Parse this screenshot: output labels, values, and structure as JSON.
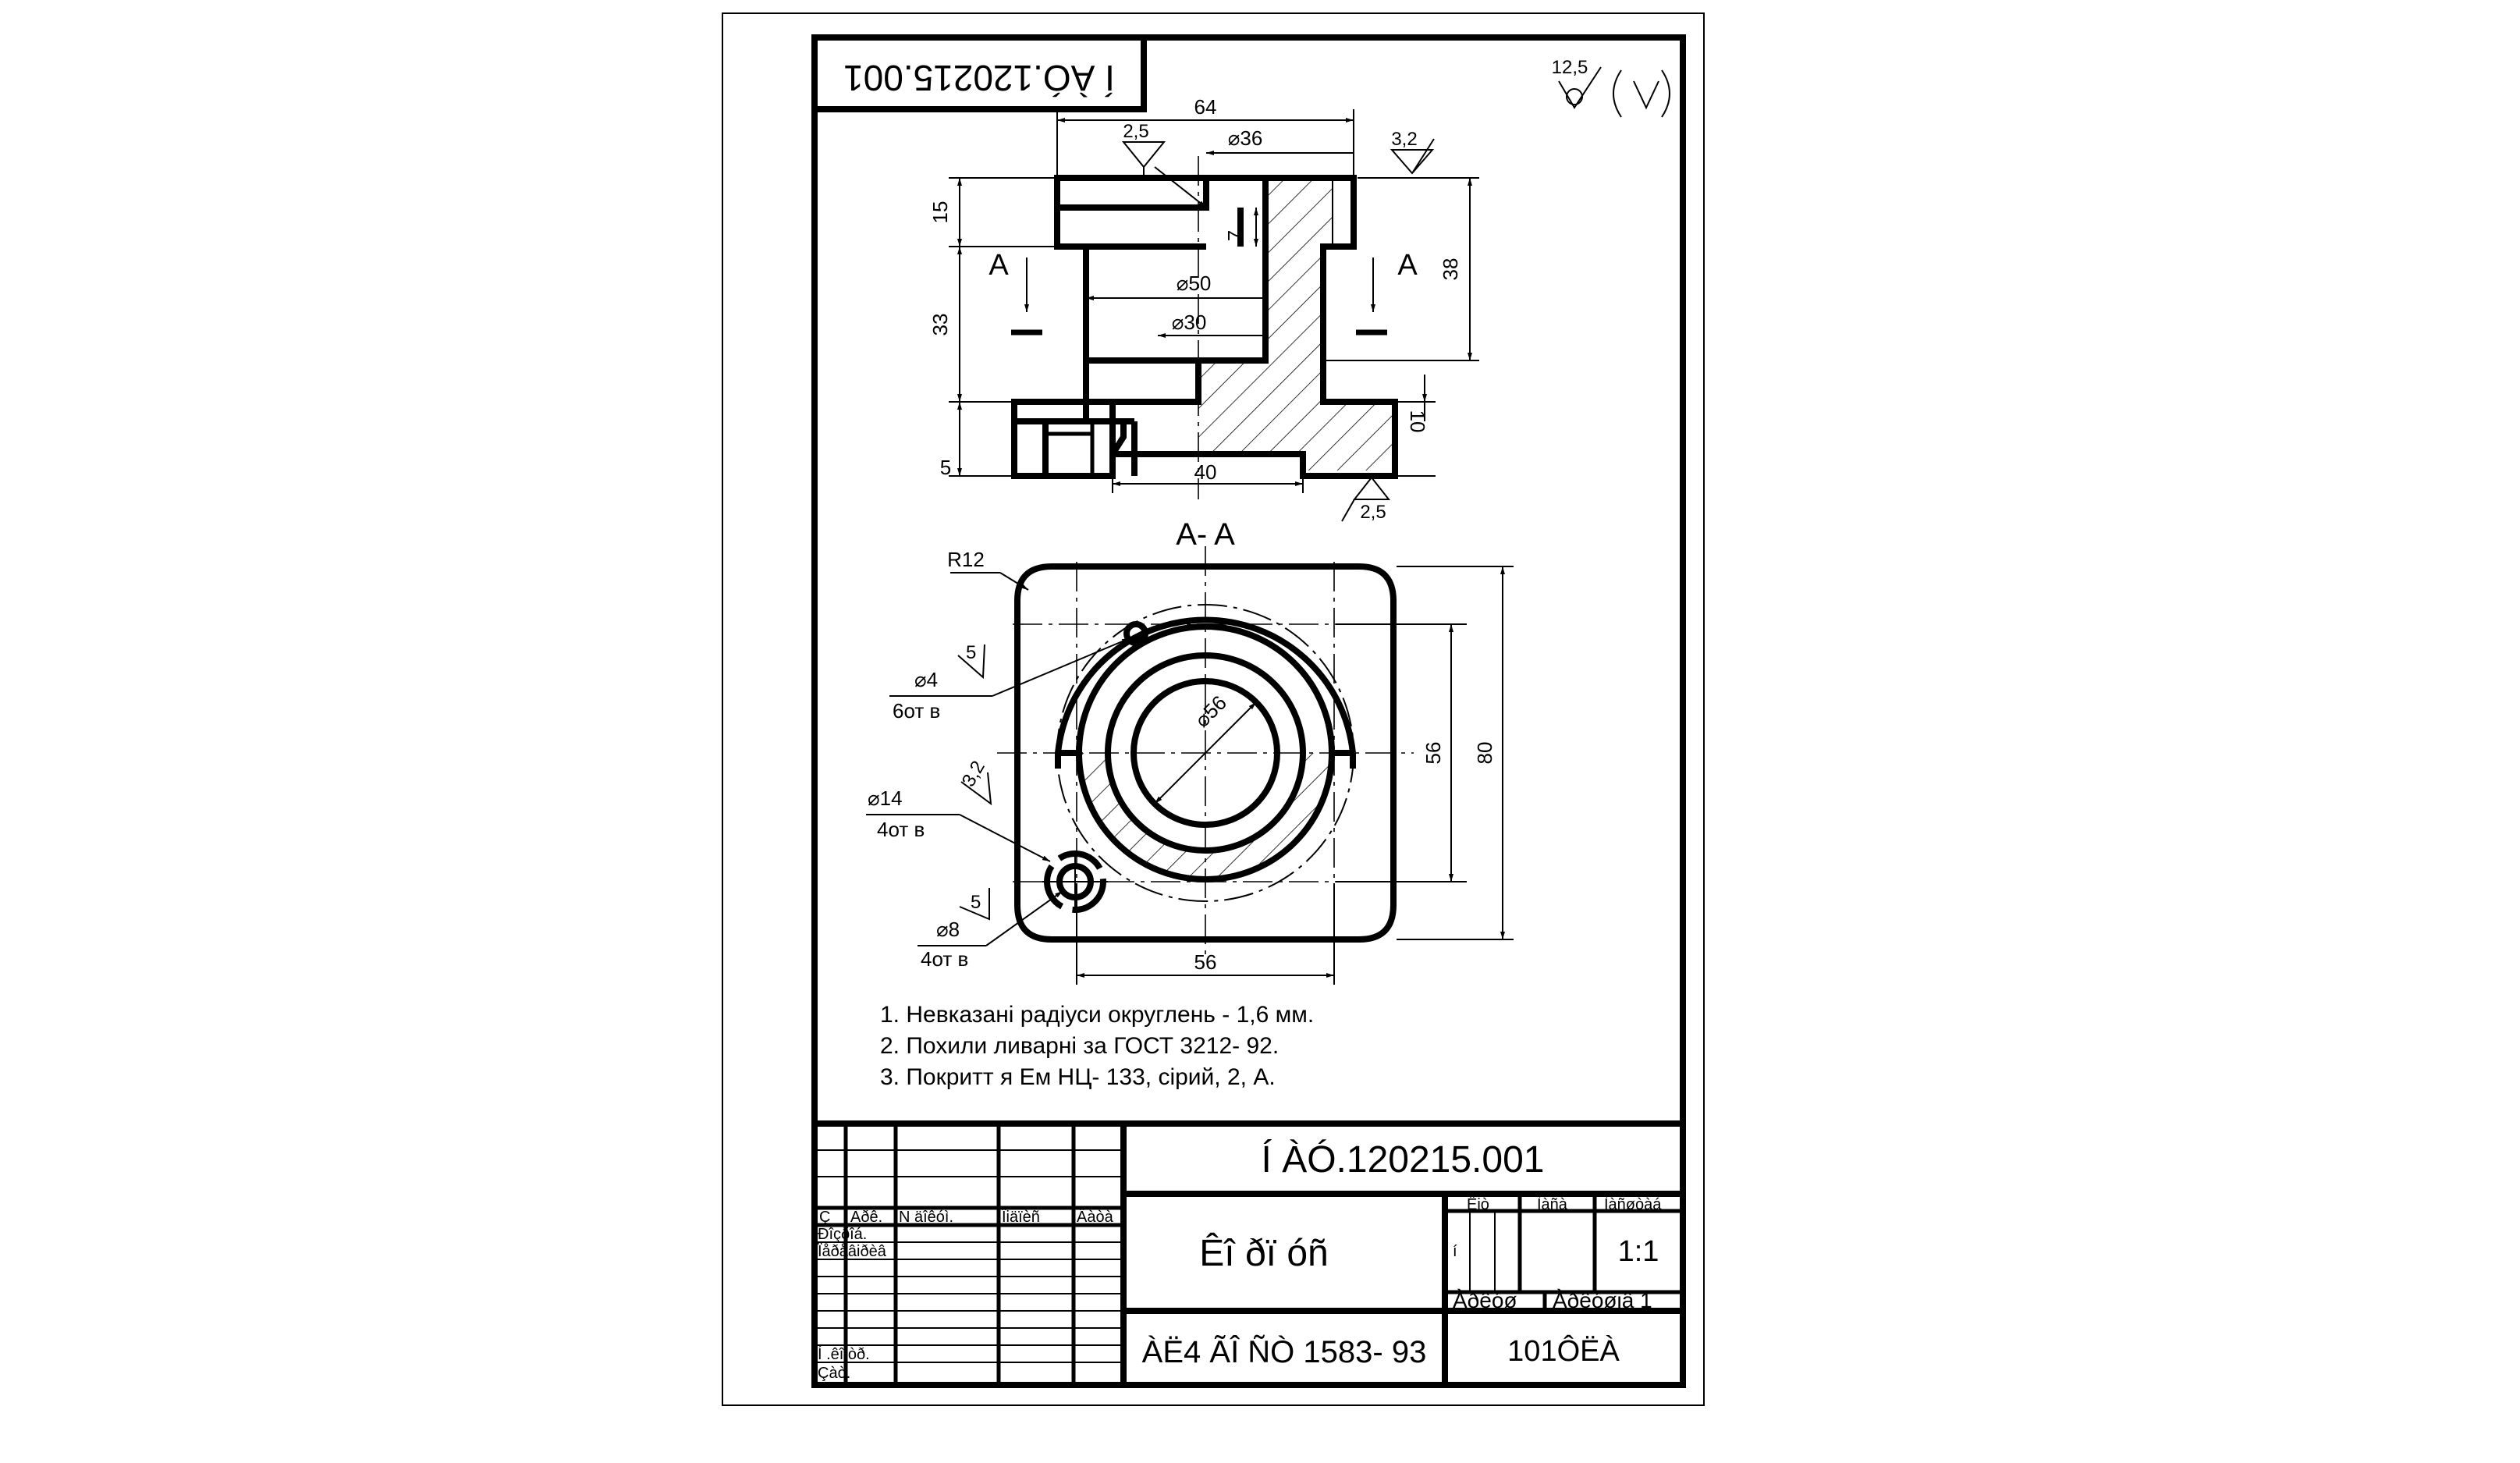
{
  "rotated_code": "Í ÀÓ.120215.001",
  "roughness": {
    "general": "12,5",
    "top_face": "2,5",
    "right_face": "3,2",
    "bottom_face": "2,5",
    "hole_4": "5",
    "hole_14": "3,2",
    "hole_8": "5"
  },
  "section_marks": {
    "left": "A",
    "right": "A",
    "section_title": "A- A"
  },
  "dims": {
    "d64": "64",
    "d36": "⌀36",
    "d15": "15",
    "d7": "7",
    "d38": "38",
    "d33": "33",
    "d50": "⌀50",
    "d30": "⌀30",
    "d10": "10",
    "d5": "5",
    "d40": "40",
    "r12": "R12",
    "d56_circle": "⌀56",
    "d56_h": "56",
    "d80": "80",
    "d56_bottom": "56"
  },
  "callouts": {
    "hole_4": "⌀4",
    "hole_4_count": "6от в",
    "hole_14": "⌀14",
    "hole_14_count": "4от в",
    "hole_8": "⌀8",
    "hole_8_count": "4от в"
  },
  "notes": [
    "1. Невказані радіуси округлень -  1,6 мм.",
    "2. Похили ливарні за ГОСТ 3212- 92.",
    "3. Покритт я Ем НЦ- 133, сірий, 2, А."
  ],
  "title_block": {
    "designation": "Í ÀÓ.120215.001",
    "part_name": "Êî ðï óñ",
    "material": "ÀË4  ÃÎ ÑÒ 1583- 93",
    "group": "101ÔËÀ",
    "scale": "1:1",
    "col_lit": "Ëiò",
    "col_mass": "Ìàñà",
    "col_scale": "Ìàñøòàá",
    "sheet": "Àðêóø",
    "sheets": "Àðêóøiâ  1",
    "lit_letter": "í",
    "hdr": [
      "Ç",
      "Àðê.",
      "N äîêóì.",
      "Ïiäïèñ",
      "Äàòà"
    ],
    "row_dev": "Ðîçðîá.",
    "row_check": "Ïåðåâiðèâ",
    "row_norm": "Í .êîíòð.",
    "row_appr": "Çàò."
  }
}
